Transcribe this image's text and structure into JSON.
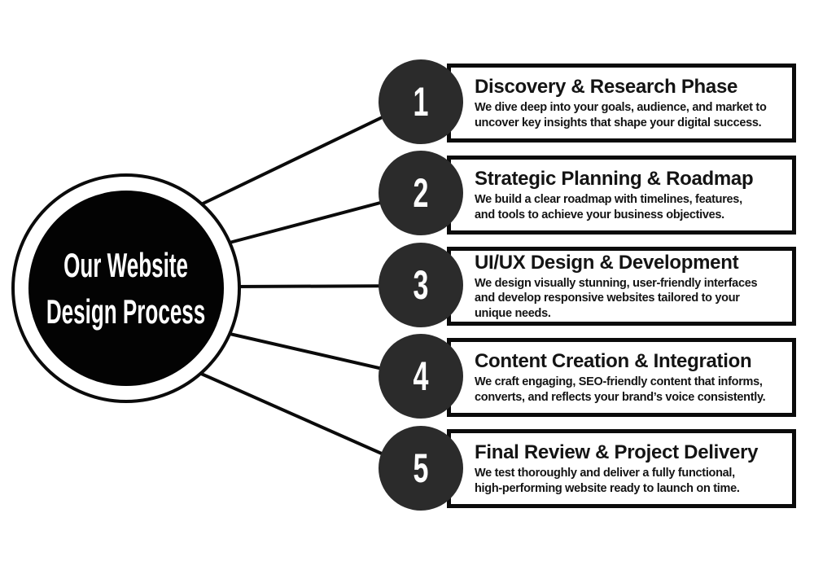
{
  "center": {
    "line1": "Our Website",
    "line2": "Design Process"
  },
  "steps": [
    {
      "number": "1",
      "title": "Discovery & Research Phase",
      "description": "We dive deep into your goals, audience, and market to\nuncover key insights that shape your digital success."
    },
    {
      "number": "2",
      "title": "Strategic Planning & Roadmap",
      "description": "We build a clear roadmap with timelines, features,\nand tools to achieve your business objectives."
    },
    {
      "number": "3",
      "title": "UI/UX Design & Development",
      "description": "We design visually stunning, user-friendly interfaces\nand develop responsive websites tailored to your\nunique needs."
    },
    {
      "number": "4",
      "title": "Content Creation & Integration",
      "description": "We craft engaging, SEO-friendly content that informs,\nconverts, and reflects your brand’s voice consistently."
    },
    {
      "number": "5",
      "title": "Final Review & Project Delivery",
      "description": "We test thoroughly and deliver a fully functional,\nhigh-performing website ready to launch on time."
    }
  ],
  "colors": {
    "background": "#ffffff",
    "hub_fill": "#030303",
    "hub_ring": "#ffffff",
    "outline": "#0b0b0b",
    "badge_fill": "#2b2b2b",
    "connector": "#0b0b0b",
    "text_dark": "#141414",
    "text_light": "#ffffff"
  }
}
